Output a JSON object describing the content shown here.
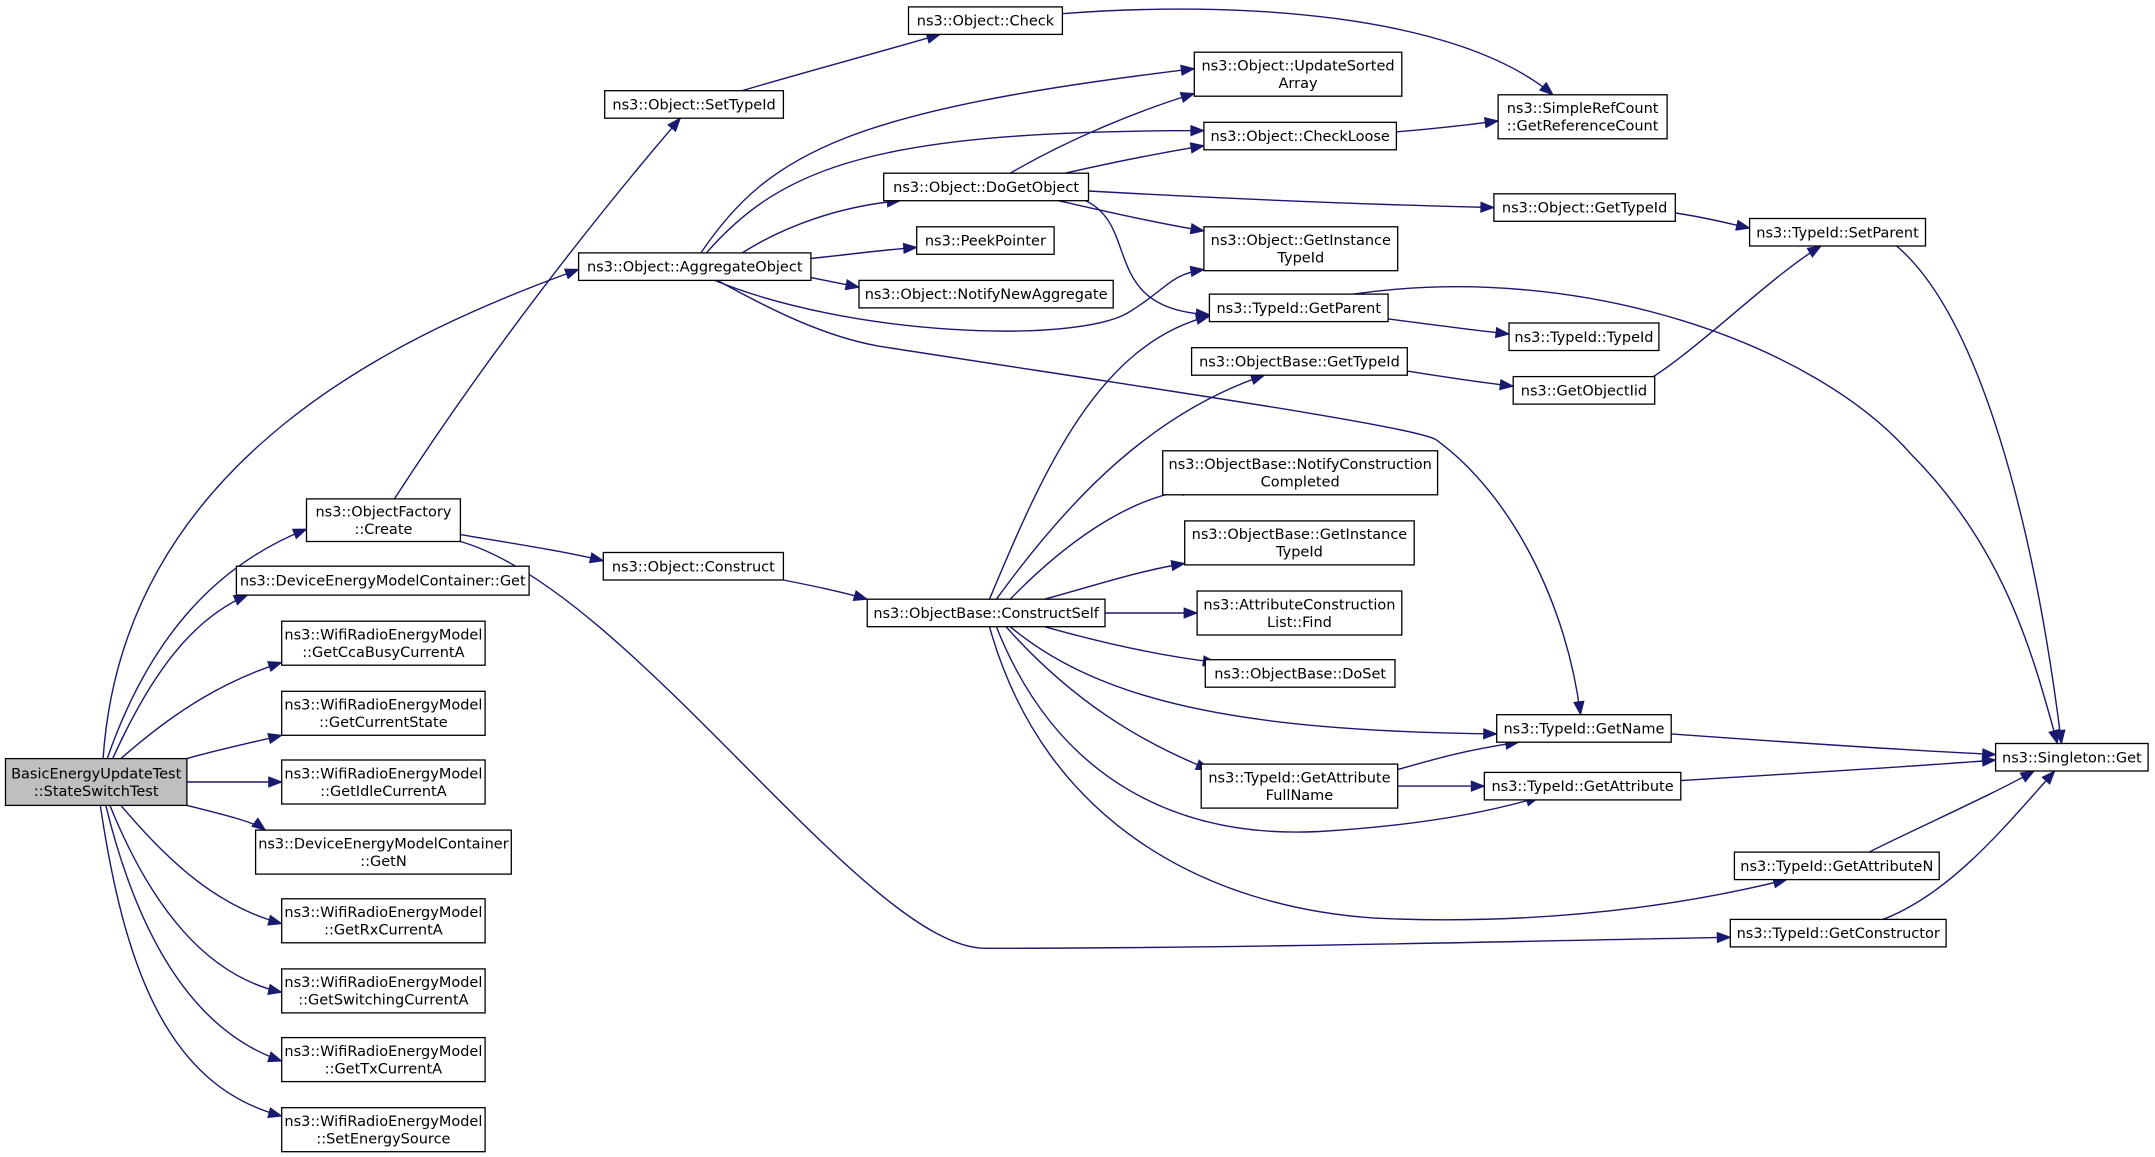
{
  "nodes": [
    {
      "id": "root",
      "lines": [
        "BasicEnergyUpdateTest",
        "::StateSwitchTest"
      ]
    },
    {
      "id": "aggregate",
      "lines": [
        "ns3::Object::AggregateObject"
      ]
    },
    {
      "id": "factory_create",
      "lines": [
        "ns3::ObjectFactory",
        "::Create"
      ]
    },
    {
      "id": "demc_get",
      "lines": [
        "ns3::DeviceEnergyModelContainer::Get"
      ]
    },
    {
      "id": "get_cca",
      "lines": [
        "ns3::WifiRadioEnergyModel",
        "::GetCcaBusyCurrentA"
      ]
    },
    {
      "id": "get_state",
      "lines": [
        "ns3::WifiRadioEnergyModel",
        "::GetCurrentState"
      ]
    },
    {
      "id": "get_idle",
      "lines": [
        "ns3::WifiRadioEnergyModel",
        "::GetIdleCurrentA"
      ]
    },
    {
      "id": "demc_getn",
      "lines": [
        "ns3::DeviceEnergyModelContainer",
        "::GetN"
      ]
    },
    {
      "id": "get_rx",
      "lines": [
        "ns3::WifiRadioEnergyModel",
        "::GetRxCurrentA"
      ]
    },
    {
      "id": "get_switch",
      "lines": [
        "ns3::WifiRadioEnergyModel",
        "::GetSwitchingCurrentA"
      ]
    },
    {
      "id": "get_tx",
      "lines": [
        "ns3::WifiRadioEnergyModel",
        "::GetTxCurrentA"
      ]
    },
    {
      "id": "set_source",
      "lines": [
        "ns3::WifiRadioEnergyModel",
        "::SetEnergySource"
      ]
    },
    {
      "id": "set_typeid",
      "lines": [
        "ns3::Object::SetTypeId"
      ]
    },
    {
      "id": "check",
      "lines": [
        "ns3::Object::Check"
      ]
    },
    {
      "id": "update_sorted",
      "lines": [
        "ns3::Object::UpdateSorted",
        "Array"
      ]
    },
    {
      "id": "check_loose",
      "lines": [
        "ns3::Object::CheckLoose"
      ]
    },
    {
      "id": "do_get_object",
      "lines": [
        "ns3::Object::DoGetObject"
      ]
    },
    {
      "id": "peek_pointer",
      "lines": [
        "ns3::PeekPointer"
      ]
    },
    {
      "id": "notify_new_agg",
      "lines": [
        "ns3::Object::NotifyNewAggregate"
      ]
    },
    {
      "id": "get_instance_typeid",
      "lines": [
        "ns3::Object::GetInstance",
        "TypeId"
      ]
    },
    {
      "id": "get_parent",
      "lines": [
        "ns3::TypeId::GetParent"
      ]
    },
    {
      "id": "simple_ref",
      "lines": [
        "ns3::SimpleRefCount",
        "::GetReferenceCount"
      ]
    },
    {
      "id": "obj_get_typeid",
      "lines": [
        "ns3::Object::GetTypeId"
      ]
    },
    {
      "id": "set_parent",
      "lines": [
        "ns3::TypeId::SetParent"
      ]
    },
    {
      "id": "typeid_typeid",
      "lines": [
        "ns3::TypeId::TypeId"
      ]
    },
    {
      "id": "objbase_get_typeid",
      "lines": [
        "ns3::ObjectBase::GetTypeId"
      ]
    },
    {
      "id": "get_object_iid",
      "lines": [
        "ns3::GetObjectIid"
      ]
    },
    {
      "id": "object_construct",
      "lines": [
        "ns3::Object::Construct"
      ]
    },
    {
      "id": "construct_self",
      "lines": [
        "ns3::ObjectBase::ConstructSelf"
      ]
    },
    {
      "id": "notify_construction",
      "lines": [
        "ns3::ObjectBase::NotifyConstruction",
        "Completed"
      ]
    },
    {
      "id": "objbase_get_instance",
      "lines": [
        "ns3::ObjectBase::GetInstance",
        "TypeId"
      ]
    },
    {
      "id": "attr_find",
      "lines": [
        "ns3::AttributeConstruction",
        "List::Find"
      ]
    },
    {
      "id": "do_set",
      "lines": [
        "ns3::ObjectBase::DoSet"
      ]
    },
    {
      "id": "get_name",
      "lines": [
        "ns3::TypeId::GetName"
      ]
    },
    {
      "id": "get_attr_fullname",
      "lines": [
        "ns3::TypeId::GetAttribute",
        "FullName"
      ]
    },
    {
      "id": "get_attribute",
      "lines": [
        "ns3::TypeId::GetAttribute"
      ]
    },
    {
      "id": "get_attribute_n",
      "lines": [
        "ns3::TypeId::GetAttributeN"
      ]
    },
    {
      "id": "get_constructor",
      "lines": [
        "ns3::TypeId::GetConstructor"
      ]
    },
    {
      "id": "singleton_get",
      "lines": [
        "ns3::Singleton::Get"
      ]
    }
  ],
  "edges": [
    [
      "root",
      "aggregate"
    ],
    [
      "root",
      "factory_create"
    ],
    [
      "root",
      "demc_get"
    ],
    [
      "root",
      "get_cca"
    ],
    [
      "root",
      "get_state"
    ],
    [
      "root",
      "get_idle"
    ],
    [
      "root",
      "demc_getn"
    ],
    [
      "root",
      "get_rx"
    ],
    [
      "root",
      "get_switch"
    ],
    [
      "root",
      "get_tx"
    ],
    [
      "root",
      "set_source"
    ],
    [
      "aggregate",
      "update_sorted"
    ],
    [
      "aggregate",
      "check_loose"
    ],
    [
      "aggregate",
      "do_get_object"
    ],
    [
      "aggregate",
      "peek_pointer"
    ],
    [
      "aggregate",
      "notify_new_agg"
    ],
    [
      "aggregate",
      "get_instance_typeid"
    ],
    [
      "aggregate",
      "get_name"
    ],
    [
      "factory_create",
      "set_typeid"
    ],
    [
      "factory_create",
      "object_construct"
    ],
    [
      "factory_create",
      "get_constructor"
    ],
    [
      "set_typeid",
      "check"
    ],
    [
      "check",
      "simple_ref"
    ],
    [
      "check_loose",
      "simple_ref"
    ],
    [
      "do_get_object",
      "update_sorted"
    ],
    [
      "do_get_object",
      "check_loose"
    ],
    [
      "do_get_object",
      "obj_get_typeid"
    ],
    [
      "do_get_object",
      "get_instance_typeid"
    ],
    [
      "do_get_object",
      "get_parent"
    ],
    [
      "obj_get_typeid",
      "set_parent"
    ],
    [
      "get_parent",
      "typeid_typeid"
    ],
    [
      "get_parent",
      "singleton_get"
    ],
    [
      "objbase_get_typeid",
      "get_object_iid"
    ],
    [
      "get_object_iid",
      "set_parent"
    ],
    [
      "set_parent",
      "singleton_get"
    ],
    [
      "object_construct",
      "construct_self"
    ],
    [
      "construct_self",
      "get_parent"
    ],
    [
      "construct_self",
      "objbase_get_typeid"
    ],
    [
      "construct_self",
      "notify_construction"
    ],
    [
      "construct_self",
      "objbase_get_instance"
    ],
    [
      "construct_self",
      "attr_find"
    ],
    [
      "construct_self",
      "do_set"
    ],
    [
      "construct_self",
      "get_name"
    ],
    [
      "construct_self",
      "get_attr_fullname"
    ],
    [
      "construct_self",
      "get_attribute"
    ],
    [
      "construct_self",
      "get_attribute_n"
    ],
    [
      "get_attr_fullname",
      "get_name"
    ],
    [
      "get_attr_fullname",
      "get_attribute"
    ],
    [
      "get_name",
      "singleton_get"
    ],
    [
      "get_attribute",
      "singleton_get"
    ],
    [
      "get_attribute_n",
      "singleton_get"
    ],
    [
      "get_constructor",
      "singleton_get"
    ]
  ]
}
